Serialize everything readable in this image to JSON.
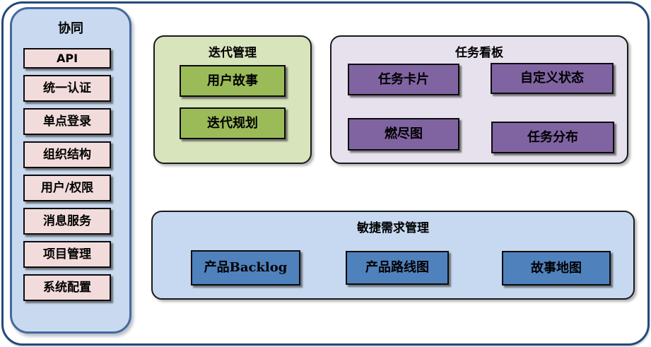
{
  "sidebar": {
    "title": "协同",
    "items": [
      "API",
      "统一认证",
      "单点登录",
      "组织结构",
      "用户/权限",
      "消息服务",
      "项目管理",
      "系统配置"
    ]
  },
  "iteration": {
    "title": "迭代管理",
    "items": [
      "用户故事",
      "迭代规划"
    ]
  },
  "kanban": {
    "title": "任务看板",
    "items": [
      "任务卡片",
      "自定义状态",
      "燃尽图",
      "任务分布"
    ]
  },
  "requirements": {
    "title": "敏捷需求管理",
    "items": [
      "产品Backlog",
      "产品路线图",
      "故事地图"
    ]
  },
  "colors": {
    "frame_border": "#24497a",
    "sidebar_fill": "#c8d9f0",
    "sidebar_border": "#44699d",
    "sidebar_item_fill": "#f2dcdb",
    "iteration_container_fill": "#d8e4bc",
    "iteration_item_fill": "#9bbb59",
    "kanban_container_fill": "#e6e1ed",
    "kanban_item_fill": "#8064a2",
    "requirements_container_fill": "#c6d9f0",
    "requirements_item_fill": "#4f81bd",
    "card_border": "#0b0b0b",
    "text": "#000000"
  }
}
